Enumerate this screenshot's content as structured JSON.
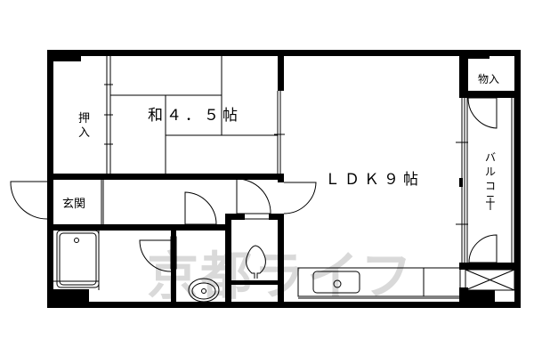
{
  "floorplan": {
    "rooms": {
      "washitsu": "和４．５帖",
      "oshiire_1": "押",
      "oshiire_2": "入",
      "ldk": "ＬＤＫ９帖",
      "monoire": "物入",
      "genkan": "玄関",
      "balcony_1": "バ",
      "balcony_2": "ル",
      "balcony_3": "コ",
      "balcony_4": "ニ",
      "balcony_5": "ー"
    },
    "watermark": "京都ライフ",
    "colors": {
      "wall": "#000000",
      "background": "#ffffff",
      "watermark": "#d9d9d9"
    }
  }
}
